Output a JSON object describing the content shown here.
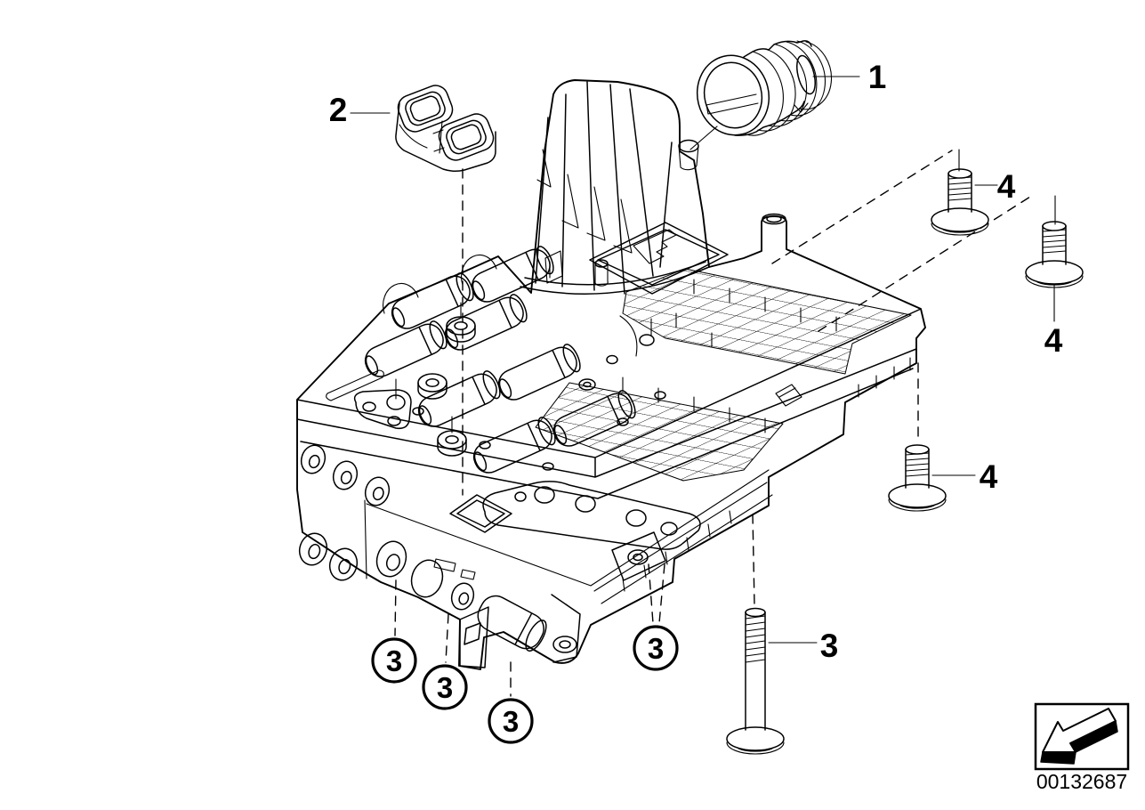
{
  "diagram": {
    "background": "#ffffff",
    "ink": "#000000",
    "image_number": "00132687",
    "arrow_icon": "direction-arrow-down-left",
    "callouts": {
      "part1": "1",
      "part2": "2",
      "part3_bolt": "3",
      "part3_positions": [
        "3",
        "3",
        "3",
        "3"
      ],
      "part4_positions": [
        "4",
        "4",
        "4"
      ]
    }
  }
}
